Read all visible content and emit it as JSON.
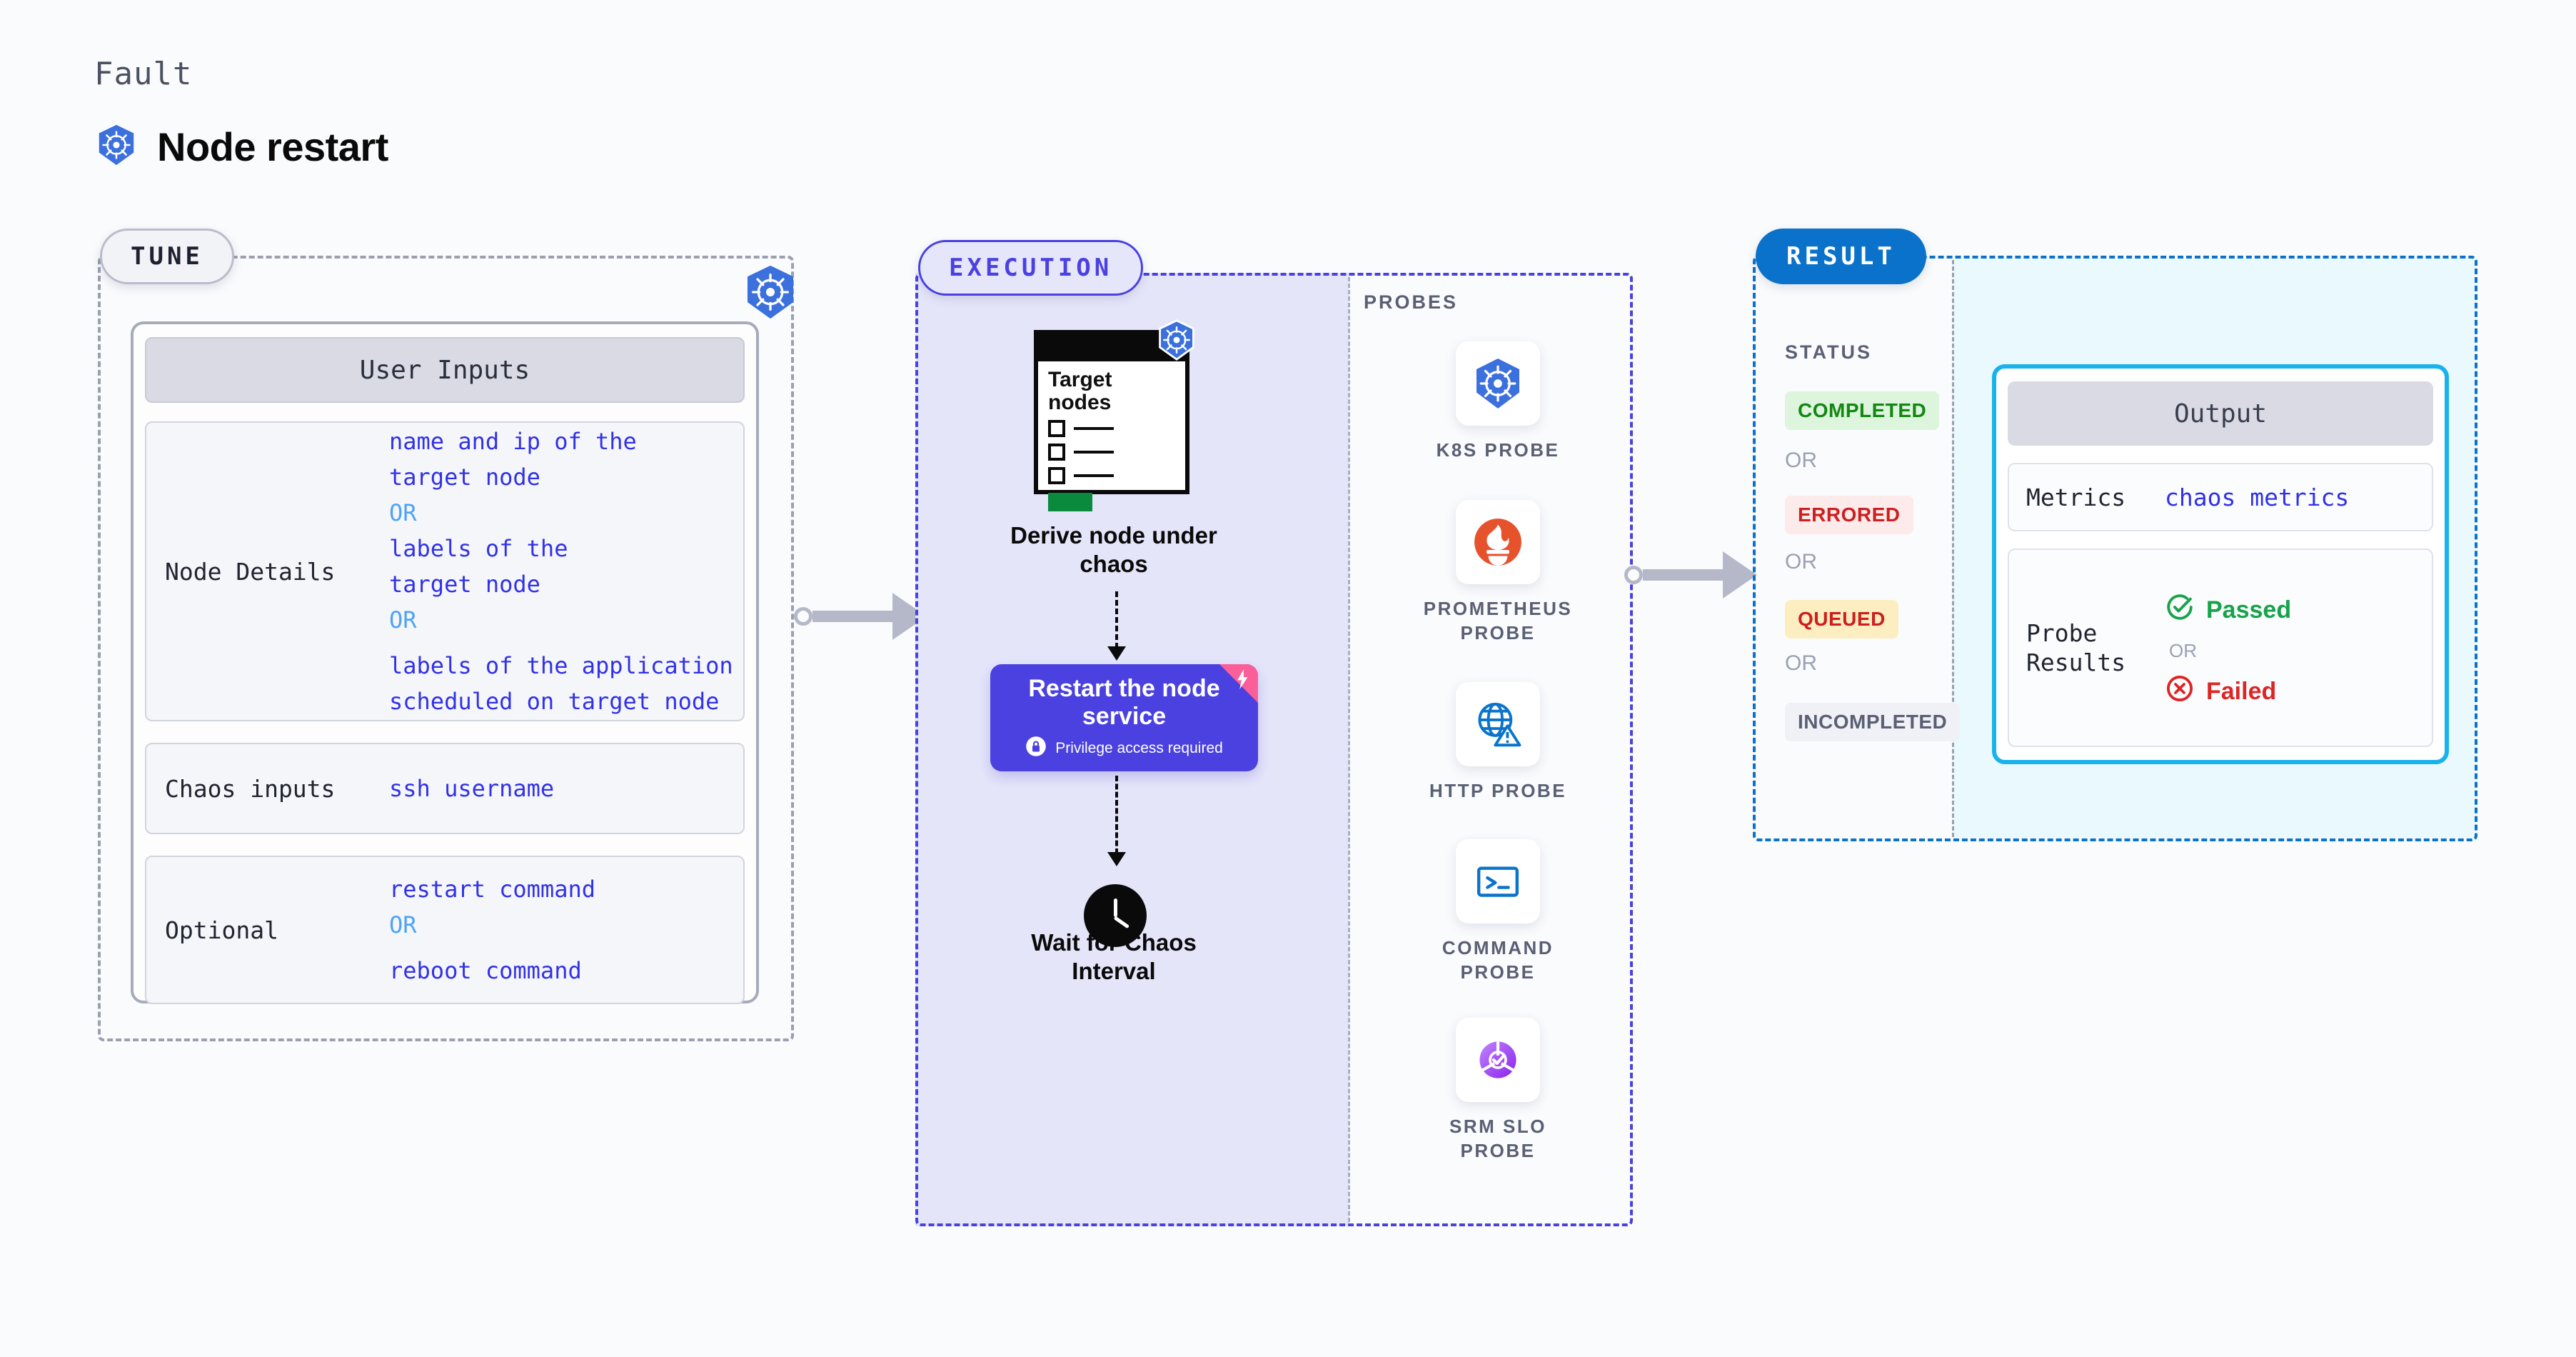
{
  "header": {
    "kicker": "Fault",
    "title": "Node restart",
    "icon": "kubernetes-icon"
  },
  "tune": {
    "pill_label": "TUNE",
    "card_header": "User Inputs",
    "badge_icon": "kubernetes-icon",
    "rows": [
      {
        "label": "Node Details",
        "values": [
          {
            "text": "name and ip of the",
            "type": "value"
          },
          {
            "text": "target node",
            "type": "value"
          },
          {
            "text": "OR",
            "type": "or"
          },
          {
            "text": "labels of the",
            "type": "value"
          },
          {
            "text": "target node",
            "type": "value"
          },
          {
            "text": "OR",
            "type": "or"
          },
          {
            "text": "labels of the application",
            "type": "value-spaced"
          },
          {
            "text": " scheduled on target node",
            "type": "value"
          }
        ]
      },
      {
        "label": "Chaos inputs",
        "values": [
          {
            "text": "ssh username",
            "type": "value"
          }
        ]
      },
      {
        "label": "Optional",
        "values": [
          {
            "text": "restart command",
            "type": "value"
          },
          {
            "text": "OR",
            "type": "or"
          },
          {
            "text": "reboot command",
            "type": "value-spaced"
          }
        ]
      }
    ]
  },
  "execution": {
    "pill_label": "EXECUTION",
    "nodes_card": {
      "title_line1": "Target",
      "title_line2": "nodes",
      "badge_icon": "kubernetes-icon",
      "checkbox_count": 3,
      "accent_color": "#0a8a3c"
    },
    "steps": [
      {
        "caption_line1": "Derive node under",
        "caption_line2": "chaos"
      },
      {
        "caption_line1": "Wait for Chaos",
        "caption_line2": "Interval",
        "icon": "clock-icon"
      }
    ],
    "action_box": {
      "title_line1": "Restart the node",
      "title_line2": "service",
      "note": "Privilege access required",
      "note_icon": "lock-icon",
      "color": "#4a41e0",
      "flag_color": "#fb5f9a"
    }
  },
  "probes": {
    "section_title": "PROBES",
    "items": [
      {
        "label_line1": "K8S PROBE",
        "label_line2": "",
        "icon": "kubernetes-icon"
      },
      {
        "label_line1": "PROMETHEUS",
        "label_line2": "PROBE",
        "icon": "prometheus-icon"
      },
      {
        "label_line1": "HTTP PROBE",
        "label_line2": "",
        "icon": "globe-warning-icon"
      },
      {
        "label_line1": "COMMAND",
        "label_line2": "PROBE",
        "icon": "terminal-icon"
      },
      {
        "label_line1": "SRM SLO",
        "label_line2": "PROBE",
        "icon": "slo-donut-icon"
      }
    ]
  },
  "result": {
    "pill_label": "RESULT",
    "status_title": "STATUS",
    "or_label": "OR",
    "statuses": [
      {
        "label": "COMPLETED",
        "bg": "#dcf5dc",
        "fg": "#128712"
      },
      {
        "label": "ERRORED",
        "bg": "#fdeaea",
        "fg": "#cc1f1f"
      },
      {
        "label": "QUEUED",
        "bg": "#fdeec2",
        "fg": "#cc1f1f"
      },
      {
        "label": "INCOMPLETED",
        "bg": "#f0f1f6",
        "fg": "#5a6074"
      }
    ],
    "output": {
      "header": "Output",
      "metrics_label": "Metrics",
      "metrics_value": "chaos metrics",
      "probe_label_line1": "Probe",
      "probe_label_line2": "Results",
      "passed": "Passed",
      "failed": "Failed",
      "or_label": "OR",
      "border_color": "#18b3ec"
    }
  }
}
